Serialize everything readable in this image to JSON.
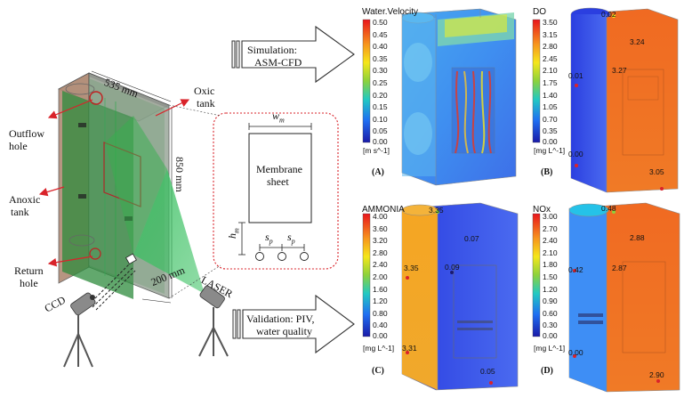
{
  "colors": {
    "tank_green": "#2e8b3c",
    "laser_green": "#3fbf5a",
    "callout_red": "#d9232a",
    "outline": "#222222"
  },
  "labels": {
    "outflow": "Outflow",
    "outflow2": "hole",
    "oxic": "Oxic",
    "oxic2": "tank",
    "anoxic": "Anoxic",
    "anoxic2": "tank",
    "return": "Return",
    "return2": "hole",
    "ccd": "CCD",
    "laser": "LASER",
    "dim_width": "535 mm",
    "dim_height": "850 mm",
    "dim_depth": "200 mm"
  },
  "membrane": {
    "wm": "w",
    "wm_sub": "m",
    "hm": "h",
    "hm_sub": "m",
    "sp1": "s",
    "sp1_sub": "p",
    "sp2": "s",
    "sp2_sub": "p",
    "sheet1": "Membrane",
    "sheet2": "sheet"
  },
  "arrows": {
    "sim1": "Simulation:",
    "sim2": "ASM-CFD",
    "val1": "Validation: PIV,",
    "val2": "water quality"
  },
  "panels": [
    {
      "id": "A",
      "title": "Water.Velocity",
      "ticks": [
        "0.50",
        "0.45",
        "0.40",
        "0.35",
        "0.30",
        "0.25",
        "0.20",
        "0.15",
        "0.10",
        "0.05",
        "0.00"
      ],
      "unit": "[m s^-1]",
      "label": "(A)",
      "values": []
    },
    {
      "id": "B",
      "title": "DO",
      "ticks": [
        "3.50",
        "3.15",
        "2.80",
        "2.45",
        "2.10",
        "1.75",
        "1.40",
        "1.05",
        "0.70",
        "0.35",
        "0.00"
      ],
      "unit": "[mg L^-1]",
      "label": "(B)",
      "values": [
        "0.02",
        "3.24",
        "0.01",
        "3.27",
        "0.00",
        "3.05"
      ]
    },
    {
      "id": "C",
      "title": "AMMONIA",
      "ticks": [
        "4.00",
        "3.60",
        "3.20",
        "2.80",
        "2.40",
        "2.00",
        "1.60",
        "1.20",
        "0.80",
        "0.40",
        "0.00"
      ],
      "unit": "[mg L^-1]",
      "label": "(C)",
      "values": [
        "3.35",
        "0.07",
        "3.35",
        "0.09",
        "3.31",
        "0.05"
      ]
    },
    {
      "id": "D",
      "title": "NOx",
      "ticks": [
        "3.00",
        "2.70",
        "2.40",
        "2.10",
        "1.80",
        "1.50",
        "1.20",
        "0.90",
        "0.60",
        "0.30",
        "0.00"
      ],
      "unit": "[mg L^-1]",
      "label": "(D)",
      "values": [
        "0.48",
        "2.88",
        "0.42",
        "2.87",
        "0.00",
        "2.90"
      ]
    }
  ]
}
